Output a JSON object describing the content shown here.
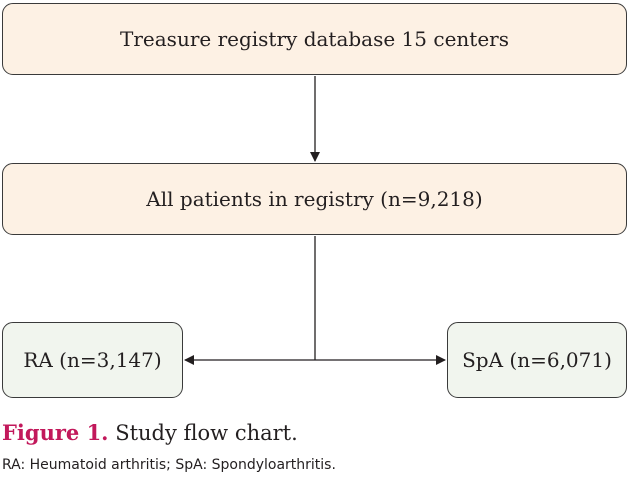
{
  "nodes": {
    "top": "Treasure registry database 15 centers",
    "middle": "All patients in registry (n=9,218)",
    "left": "RA (n=3,147)",
    "right": "SpA (n=6,071)"
  },
  "caption": {
    "label": "Figure 1.",
    "text": "Study flow chart."
  },
  "footnote": "RA: Heumatoid arthritis; SpA: Spondyloarthritis.",
  "colors": {
    "peach_fill": "#fdf1e4",
    "mint_fill": "#f1f5ee",
    "figure_label": "#c2185b"
  }
}
